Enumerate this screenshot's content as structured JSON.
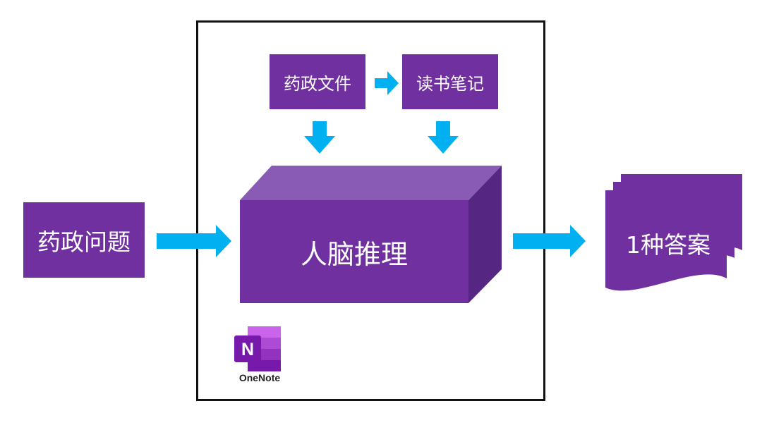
{
  "diagram": {
    "input_label": "药政问题",
    "doc_label": "药政文件",
    "notes_label": "读书笔记",
    "brain_label": "人脑推理",
    "answer_label": "1种答案",
    "onenote": {
      "letter": "N",
      "caption": "OneNote",
      "icon": "onenote-logo-icon"
    },
    "colors": {
      "box_purple": "#7030a0",
      "cube_top": "#8a5bb4",
      "cube_side": "#552783",
      "arrow_cyan": "#00b0f0",
      "frame": "#111111"
    }
  }
}
